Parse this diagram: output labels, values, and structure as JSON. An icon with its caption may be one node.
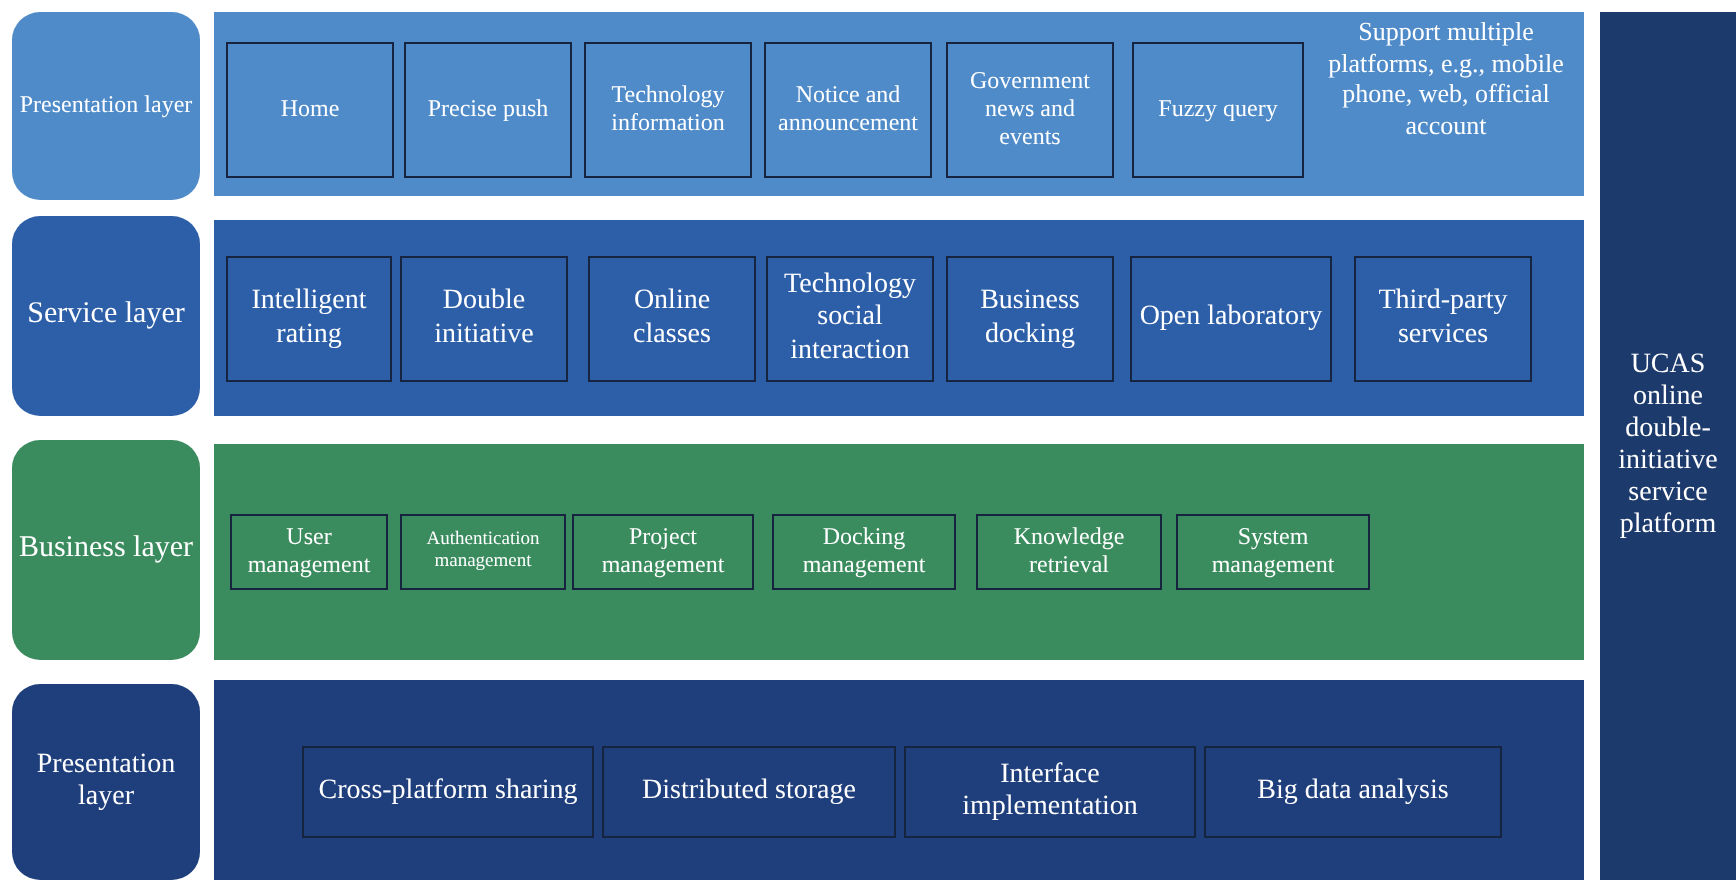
{
  "diagram": {
    "nodes": [
      {
        "text": [
          "Presentation layer"
        ]
      },
      {
        "text": [],
        "shape": "box"
      },
      {
        "text": [
          "Home"
        ],
        "in": 1
      },
      {
        "text": [
          "Precise push"
        ],
        "in": 1
      },
      {
        "text": [
          "Technology information"
        ],
        "in": 1
      },
      {
        "text": [
          "Notice and announcement"
        ],
        "in": 1
      },
      {
        "text": [
          "Government news and events"
        ],
        "in": 1
      },
      {
        "text": [
          "Fuzzy query"
        ],
        "in": 1
      },
      {
        "text": [
          "Service layer"
        ]
      },
      {
        "text": [],
        "shape": "box"
      },
      {
        "text": [
          "Intelligent rating"
        ],
        "in": 9
      },
      {
        "text": [
          "Double initiative"
        ],
        "in": 9
      },
      {
        "text": [
          "Online classes"
        ],
        "in": 9
      },
      {
        "text": [
          "Technology social interaction"
        ],
        "in": 9
      },
      {
        "text": [
          "Business docking"
        ],
        "in": 9
      },
      {
        "text": [
          "Open laboratory"
        ],
        "in": 9
      },
      {
        "text": [
          "Third-party services"
        ],
        "in": 9
      },
      {
        "text": [
          "Business layer"
        ]
      },
      {
        "text": [],
        "shape": "box"
      },
      {
        "text": [
          "User management"
        ],
        "in": 18
      },
      {
        "text": [
          "Authentication management"
        ],
        "in": 18
      },
      {
        "text": [
          "Project management"
        ],
        "in": 18
      },
      {
        "text": [
          "Docking management"
        ],
        "in": 18
      },
      {
        "text": [
          "Knowledge retrieval"
        ],
        "in": 18
      },
      {
        "text": [
          "System management"
        ],
        "in": 18
      },
      {
        "text": [
          "Presentation layer"
        ]
      },
      {
        "text": [],
        "shape": "box"
      },
      {
        "text": [
          "Cross-platform sharing"
        ],
        "in": 26
      },
      {
        "text": [
          "Distributed storage"
        ],
        "in": 26
      },
      {
        "text": [
          "Interface implementation"
        ],
        "in": 26
      },
      {
        "text": [
          "Big data analysis"
        ],
        "in": 26
      },
      {
        "text": [
          "UCAS online double-initiative service platform"
        ]
      }
    ],
    "labels": [
      "Support multiple platforms, e.g., mobile phone, web, official account"
    ]
  }
}
